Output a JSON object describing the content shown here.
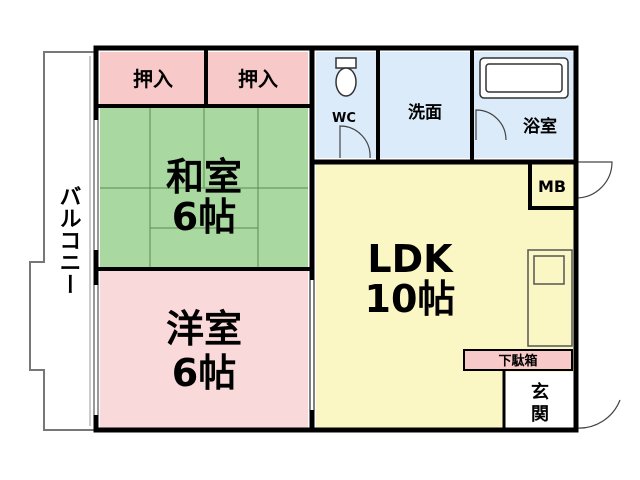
{
  "rooms": {
    "closet_left": "押入",
    "closet_right": "押入",
    "wc": "WC",
    "washroom": "洗面",
    "bath": "浴室",
    "washitsu_name": "和室",
    "washitsu_size": "6帖",
    "mb": "MB",
    "ldk_name": "LDK",
    "ldk_size": "10帖",
    "youshitsu_name": "洋室",
    "youshitsu_size": "6帖",
    "shoe_box": "下駄箱",
    "entrance_1": "玄",
    "entrance_2": "関",
    "balcony": "バルコニー"
  },
  "colors": {
    "closet": "#f7c9c9",
    "washitsu": "#a9d9a0",
    "youshitsu": "#f9d9d9",
    "ldk": "#fbf7c4",
    "wet_area": "#dcebfa",
    "wall": "#000000"
  }
}
